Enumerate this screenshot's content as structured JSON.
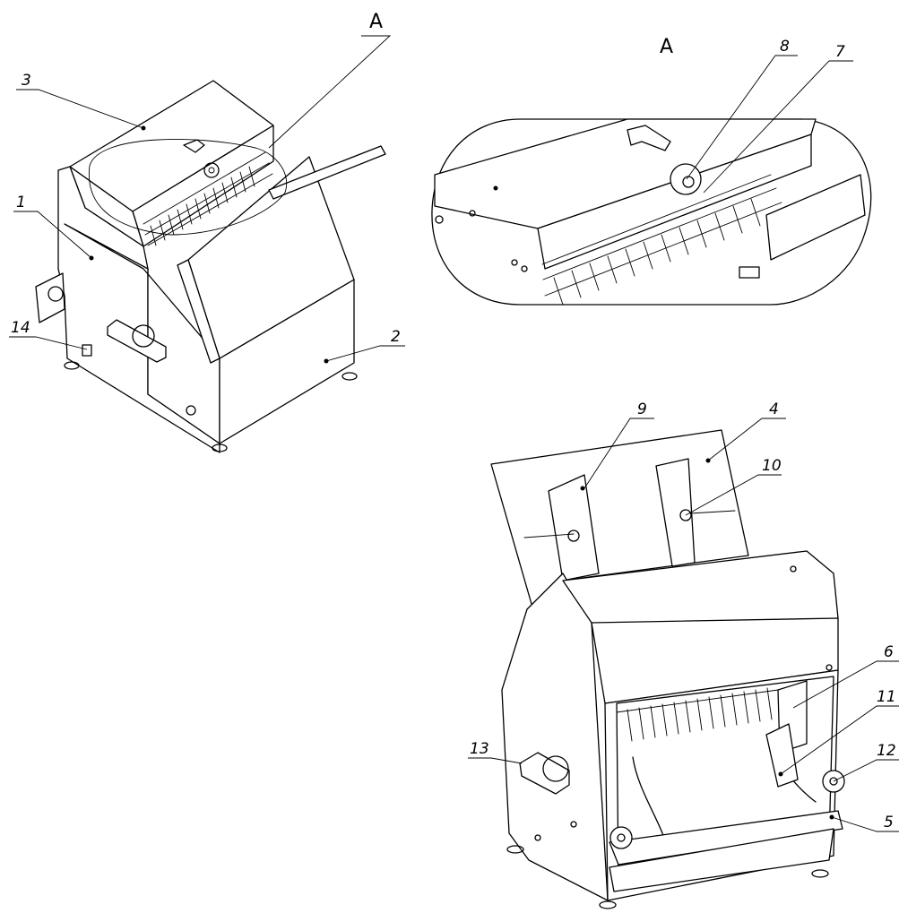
{
  "views": {
    "detail_view_label": "A",
    "detail_marker_label": "A"
  },
  "callouts": {
    "c1": "1",
    "c2": "2",
    "c3": "3",
    "c4": "4",
    "c5": "5",
    "c6": "6",
    "c7": "7",
    "c8": "8",
    "c9": "9",
    "c10": "10",
    "c11": "11",
    "c12": "12",
    "c13": "13",
    "c14": "14"
  },
  "colors": {
    "line": "#000000",
    "background": "#ffffff"
  }
}
